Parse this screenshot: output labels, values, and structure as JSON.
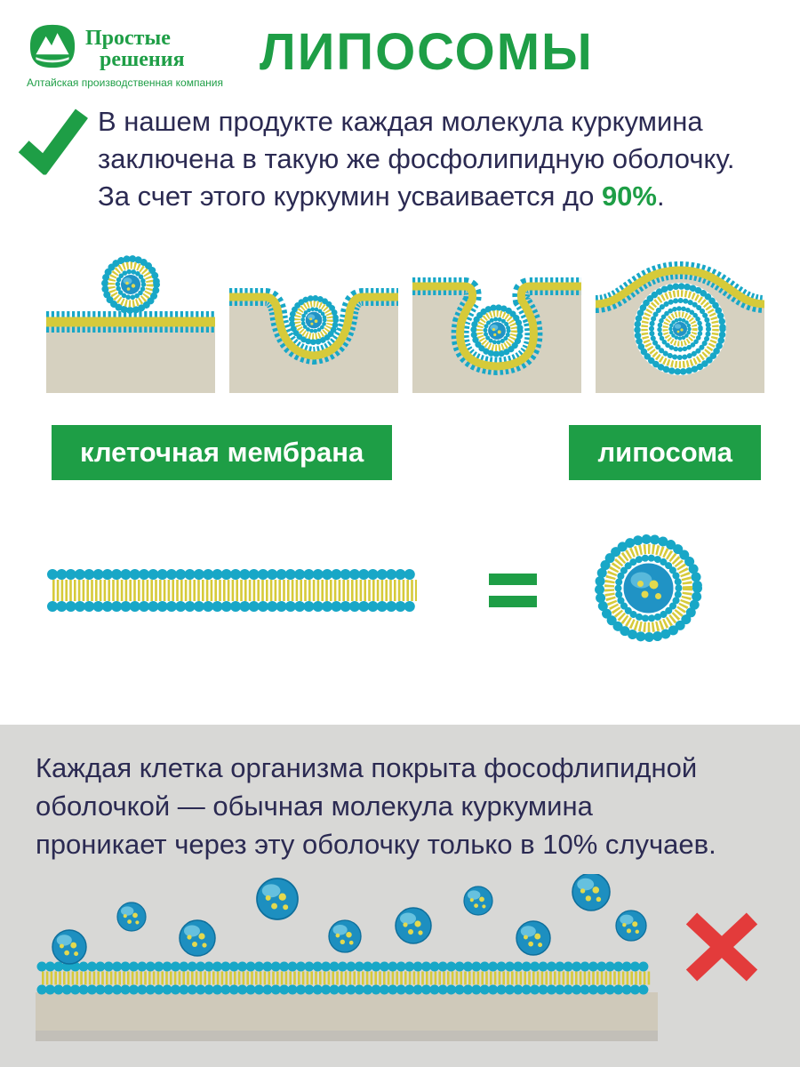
{
  "header": {
    "logo": {
      "name_line1": "Простые",
      "name_line2": "решения",
      "subtitle": "Алтайская производственная компания"
    },
    "title": "ЛИПОСОМЫ"
  },
  "intro": {
    "line1": "В нашем продукте каждая молекула куркумина",
    "line2": "заключена в такую же фосфолипидную оболочку.",
    "line3_prefix": "За счет этого куркумин усваивается до ",
    "line3_highlight": "90%",
    "line3_suffix": "."
  },
  "diagram_labels": {
    "membrane": "клеточная мембрана",
    "liposome": "липосома"
  },
  "equation": {
    "equals_sign": "="
  },
  "bottom_section": {
    "line1": "Каждая клетка организма покрыта фософлипидной",
    "line2": "оболочкой — обычная молекула куркумина",
    "line3": "проникает через эту оболочку только в 10% случаев."
  },
  "icons": {
    "checkmark_icon": "✔",
    "cross_icon": "✖",
    "logo_icon": "mountains"
  },
  "colors": {
    "brand_green": "#1e9e46",
    "text_dark": "#2b2a52",
    "lipid_teal": "#18a7c7",
    "lipid_yellow": "#d6ca3a",
    "molecule_blue": "#2093c5",
    "cell_beige": "#d6d1c0",
    "gray_background": "#d8d8d6",
    "cross_red": "#e33b3b"
  }
}
